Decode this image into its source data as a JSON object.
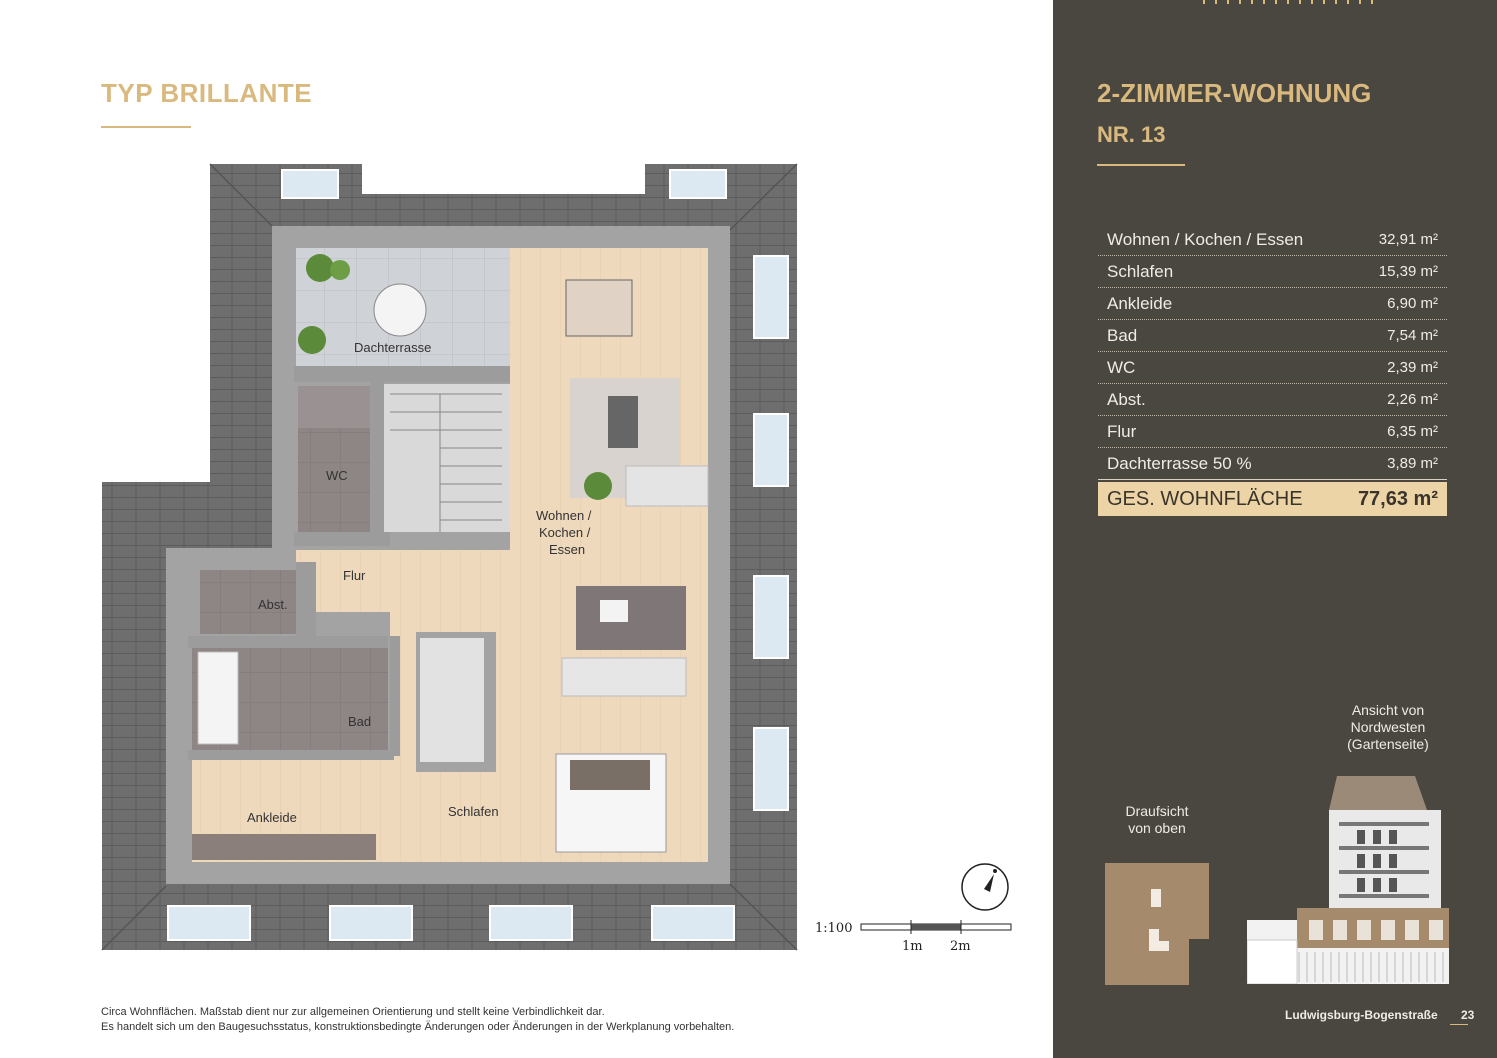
{
  "header": {
    "type_title": "TYP BRILLANTE"
  },
  "plan": {
    "rooms": {
      "dachterrasse": "Dachterrasse",
      "wc": "WC",
      "flur": "Flur",
      "abst": "Abst.",
      "bad": "Bad",
      "ankleide": "Ankleide",
      "schlafen": "Schlafen",
      "wohnen_1": "Wohnen /",
      "wohnen_2": "Kochen /",
      "wohnen_3": "Essen"
    },
    "scale": {
      "ratio": "1:100",
      "tick_1": "1m",
      "tick_2": "2m"
    }
  },
  "disclaimer": {
    "line1": "Circa Wohnflächen. Maßstab dient nur zur allgemeinen Orientierung und stellt keine Verbindlichkeit dar.",
    "line2": "Es handelt sich um den Baugesuchsstatus, konstruktionsbedingte Änderungen oder Änderungen in der Werkplanung vorbehalten."
  },
  "panel": {
    "title": "2-ZIMMER-WOHNUNG",
    "number": "NR. 13",
    "areas": [
      {
        "name": "Wohnen / Kochen / Essen",
        "value": "32,91 m²"
      },
      {
        "name": "Schlafen",
        "value": "15,39 m²"
      },
      {
        "name": "Ankleide",
        "value": "6,90 m²"
      },
      {
        "name": "Bad",
        "value": "7,54 m²"
      },
      {
        "name": "WC",
        "value": "2,39 m²"
      },
      {
        "name": "Abst.",
        "value": "2,26 m²"
      },
      {
        "name": "Flur",
        "value": "6,35 m²"
      },
      {
        "name": "Dachterrasse 50 %",
        "value": "3,89 m²"
      }
    ],
    "total": {
      "label": "GES. WOHNFLÄCHE",
      "value": "77,63 m²"
    },
    "view_label_1": "Ansicht von",
    "view_label_2": "Nordwesten",
    "view_label_3": "(Gartenseite)",
    "top_label_1": "Draufsicht",
    "top_label_2": "von oben",
    "footer": "Ludwigsburg-Bogenstraße",
    "page_number": "23"
  },
  "colors": {
    "accent": "#d9b97e",
    "panel_bg": "#4a4741",
    "total_bg": "#ecd4a6",
    "roof": "#6b6b6b",
    "floor_wood": "#efd9bd"
  }
}
